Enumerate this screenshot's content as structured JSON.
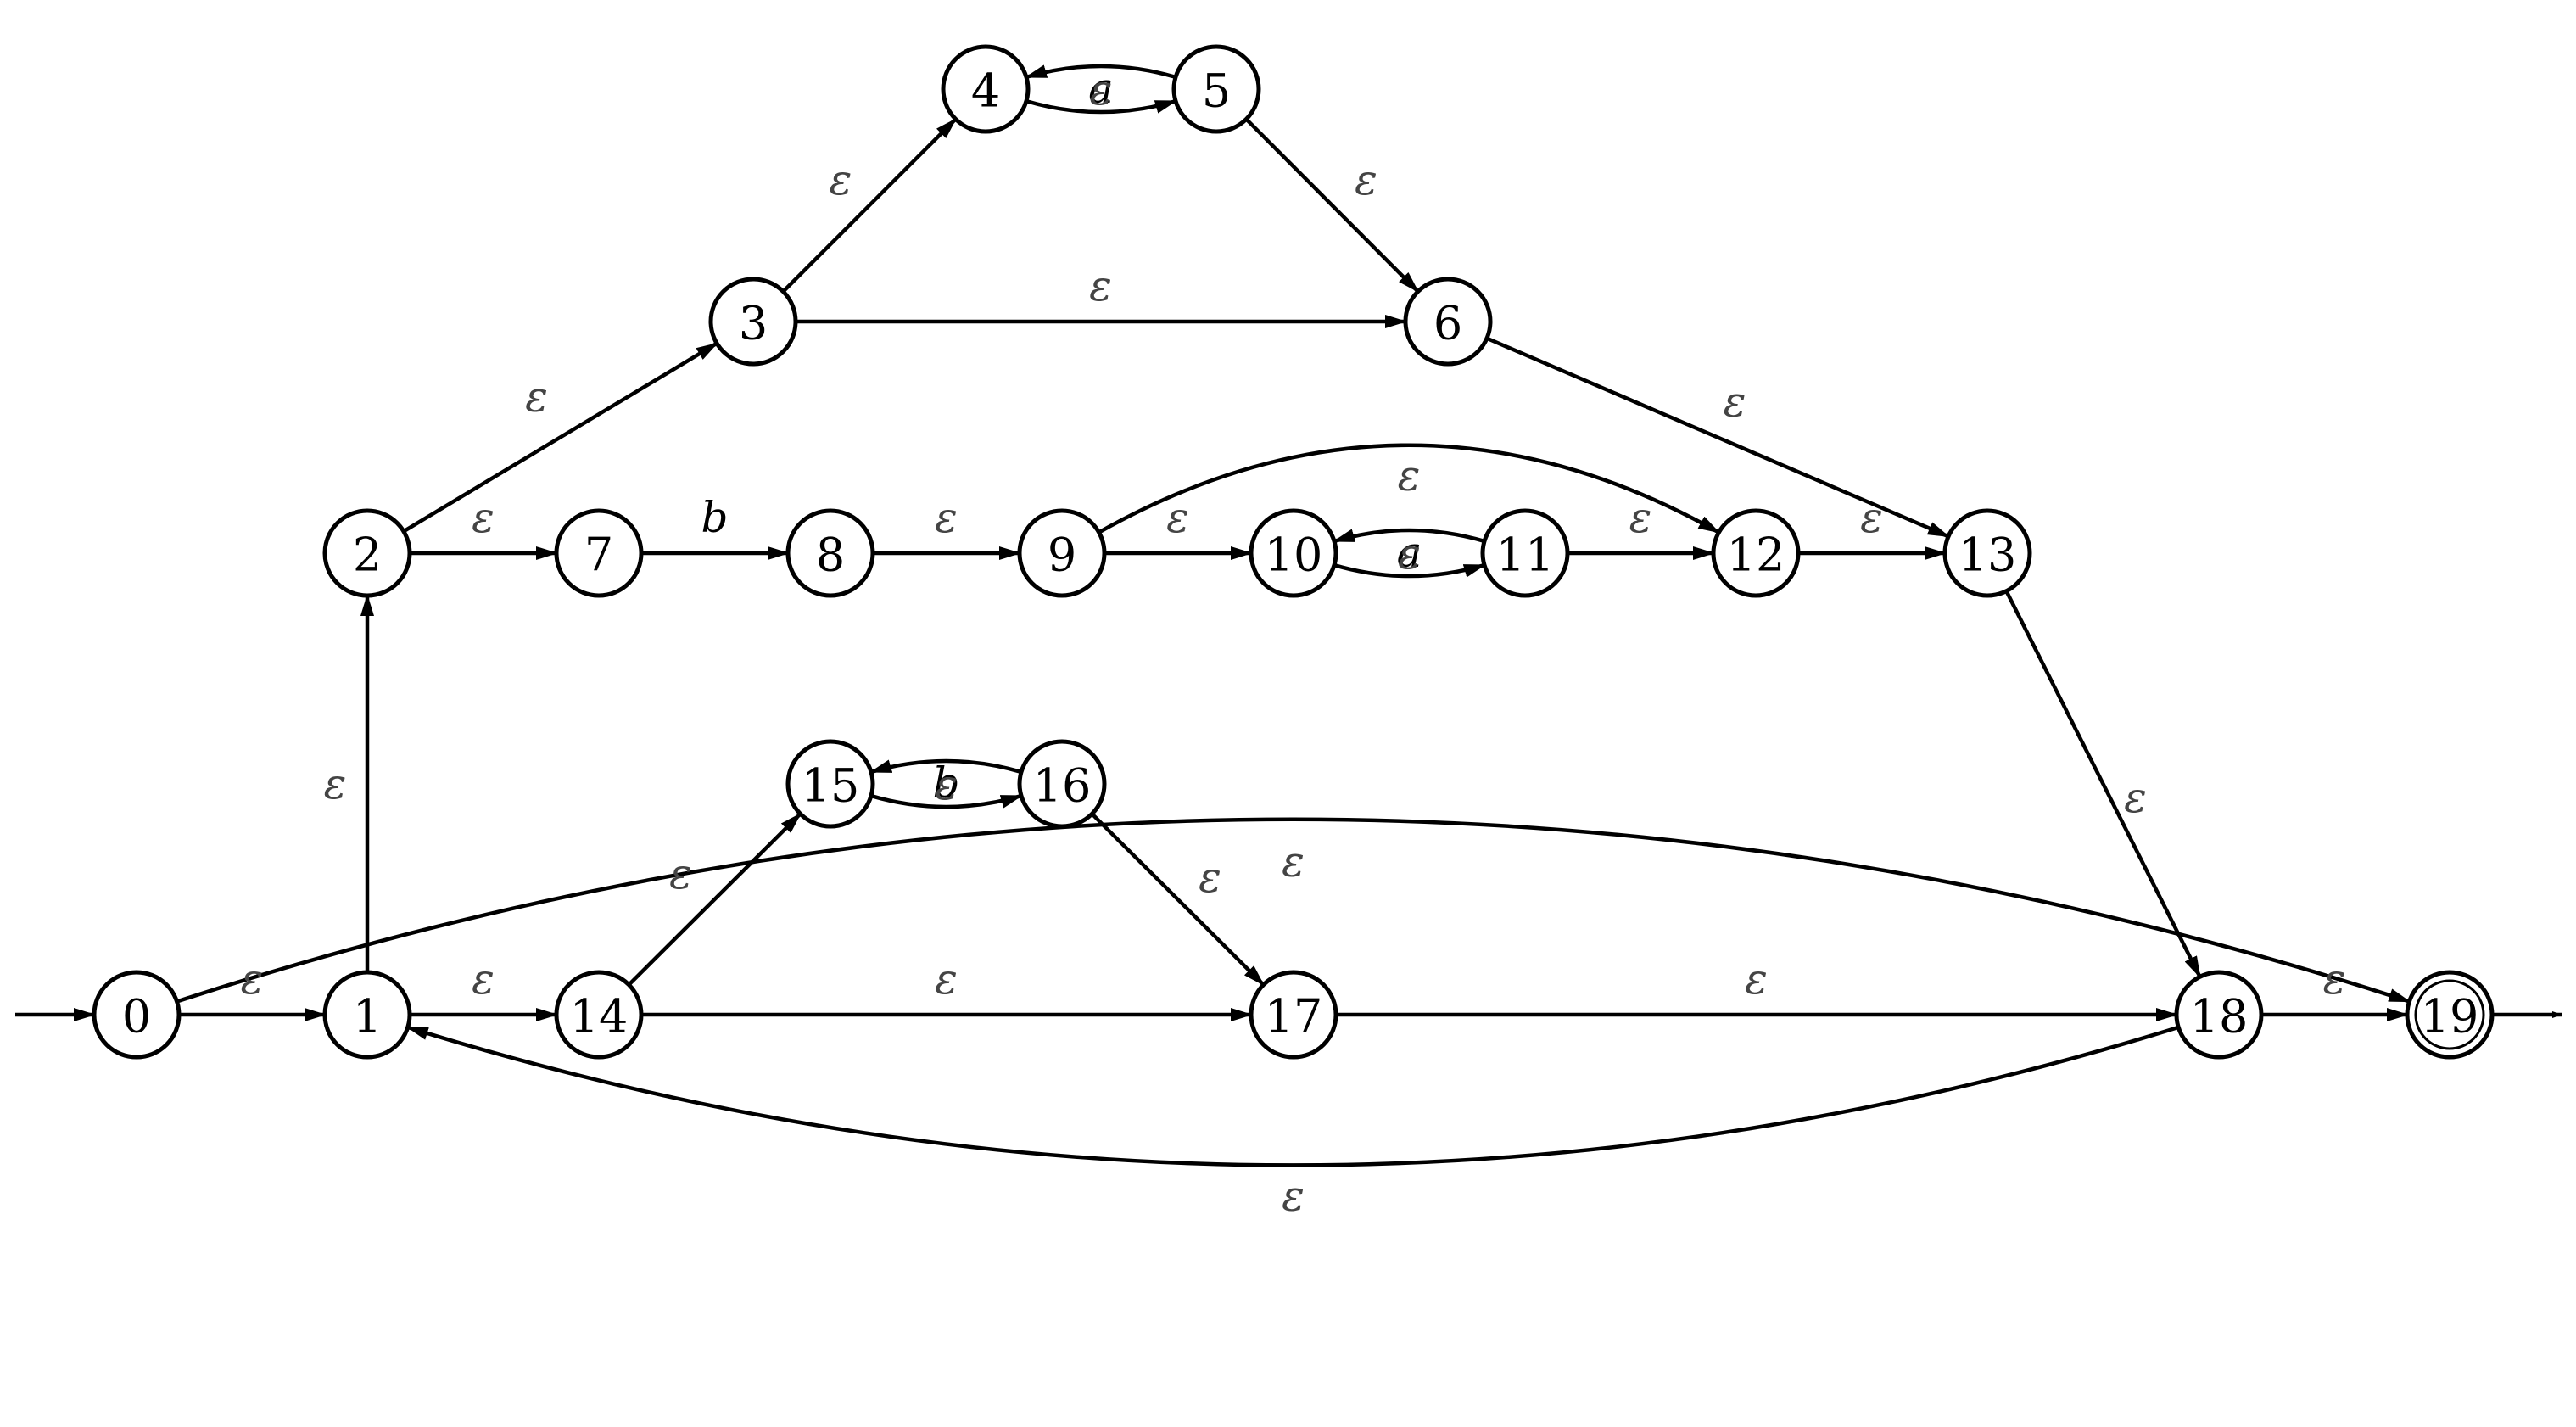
{
  "automaton": {
    "start_state": "0",
    "accept_state": "19",
    "states": [
      "0",
      "1",
      "2",
      "3",
      "4",
      "5",
      "6",
      "7",
      "8",
      "9",
      "10",
      "11",
      "12",
      "13",
      "14",
      "15",
      "16",
      "17",
      "18",
      "19"
    ],
    "transitions": [
      {
        "from": "0",
        "to": "1",
        "label": "ε"
      },
      {
        "from": "0",
        "to": "19",
        "label": "ε"
      },
      {
        "from": "1",
        "to": "2",
        "label": "ε"
      },
      {
        "from": "1",
        "to": "14",
        "label": "ε"
      },
      {
        "from": "2",
        "to": "3",
        "label": "ε"
      },
      {
        "from": "2",
        "to": "7",
        "label": "ε"
      },
      {
        "from": "3",
        "to": "4",
        "label": "ε"
      },
      {
        "from": "3",
        "to": "6",
        "label": "ε"
      },
      {
        "from": "4",
        "to": "5",
        "label": "a"
      },
      {
        "from": "5",
        "to": "4",
        "label": "ε"
      },
      {
        "from": "5",
        "to": "6",
        "label": "ε"
      },
      {
        "from": "6",
        "to": "13",
        "label": "ε"
      },
      {
        "from": "7",
        "to": "8",
        "label": "b"
      },
      {
        "from": "8",
        "to": "9",
        "label": "ε"
      },
      {
        "from": "9",
        "to": "10",
        "label": "ε"
      },
      {
        "from": "9",
        "to": "12",
        "label": "ε"
      },
      {
        "from": "10",
        "to": "11",
        "label": "a"
      },
      {
        "from": "11",
        "to": "10",
        "label": "ε"
      },
      {
        "from": "11",
        "to": "12",
        "label": "ε"
      },
      {
        "from": "12",
        "to": "13",
        "label": "ε"
      },
      {
        "from": "13",
        "to": "18",
        "label": "ε"
      },
      {
        "from": "14",
        "to": "15",
        "label": "ε"
      },
      {
        "from": "14",
        "to": "17",
        "label": "ε"
      },
      {
        "from": "15",
        "to": "16",
        "label": "b"
      },
      {
        "from": "16",
        "to": "15",
        "label": "ε"
      },
      {
        "from": "16",
        "to": "17",
        "label": "ε"
      },
      {
        "from": "17",
        "to": "18",
        "label": "ε"
      },
      {
        "from": "18",
        "to": "1",
        "label": "ε"
      },
      {
        "from": "18",
        "to": "19",
        "label": "ε"
      }
    ]
  }
}
